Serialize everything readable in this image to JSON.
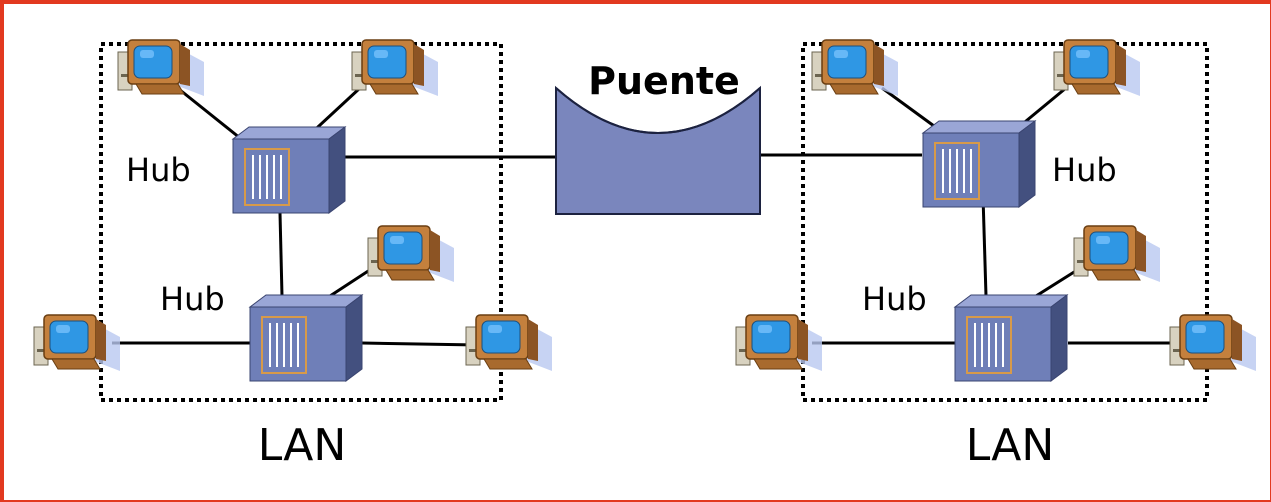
{
  "bridge": {
    "label": "Puente"
  },
  "left_lan": {
    "label": "LAN",
    "hub_top_label": "Hub",
    "hub_bottom_label": "Hub"
  },
  "right_lan": {
    "label": "LAN",
    "hub_top_label": "Hub",
    "hub_bottom_label": "Hub"
  },
  "colors": {
    "frame_border": "#e2391f",
    "device_face": "#6f7fb8",
    "device_side": "#43507f",
    "device_top": "#9aa6d6",
    "monitor_body": "#c4803d",
    "monitor_screen": "#2f97e4",
    "bridge_fill": "#7a86bd"
  }
}
